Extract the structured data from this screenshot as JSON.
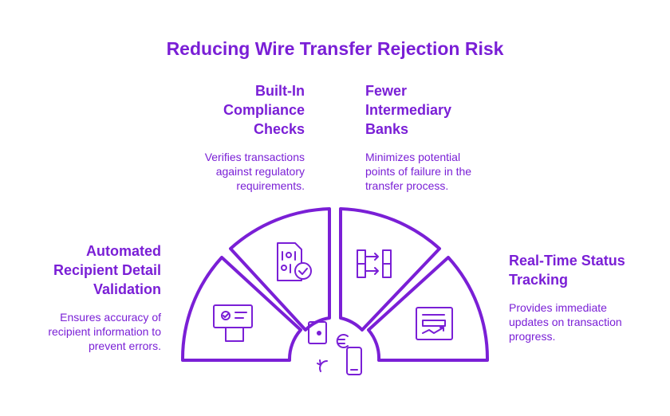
{
  "title": "Reducing Wire Transfer Rejection Risk",
  "items": [
    {
      "heading": "Built-In\nCompliance\nChecks",
      "description": "Verifies transactions\nagainst regulatory\nrequirements.",
      "icon": "compliance-sim-check-icon"
    },
    {
      "heading": "Fewer\nIntermediary\nBanks",
      "description": "Minimizes potential\npoints of failure in the\ntransfer process.",
      "icon": "intermediary-flow-icon"
    },
    {
      "heading": "Automated\nRecipient Detail\nValidation",
      "description": "Ensures accuracy of\nrecipient information to\nprevent errors.",
      "icon": "recipient-card-icon"
    },
    {
      "heading": "Real-Time Status\nTracking",
      "description": "Provides immediate\nupdates on transaction\nprogress.",
      "icon": "tracking-document-chart-icon"
    }
  ],
  "center_icon": "wallet-euro-phone-icon",
  "colors": {
    "accent": "#7A1FD6",
    "background": "#ffffff"
  }
}
